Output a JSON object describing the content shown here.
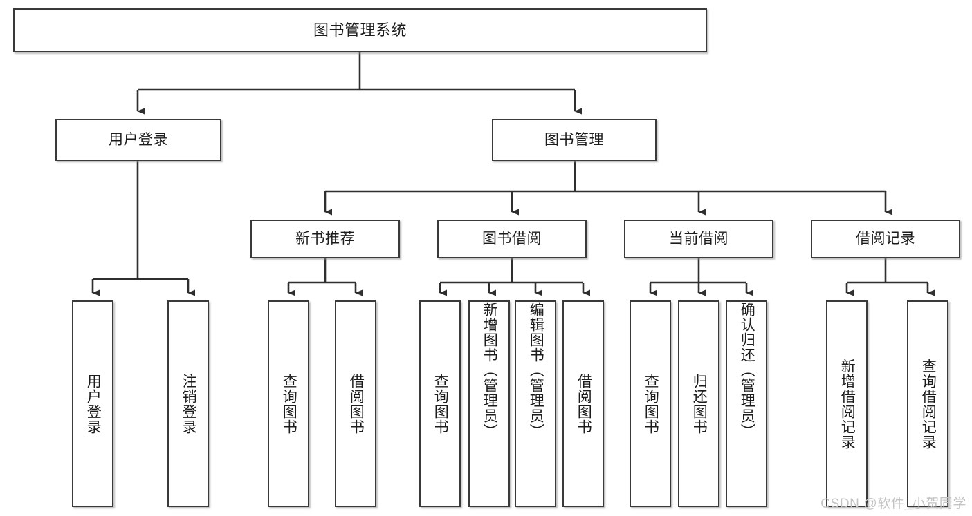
{
  "diagram": {
    "title": "图书管理系统",
    "type": "tree-hierarchy-chart",
    "colors": {
      "box_border": "#3a3a3a",
      "box_fill": "#ffffff",
      "edge": "#2f2f2f",
      "text": "#1c1c1c",
      "watermark": "#c3c3c3"
    },
    "nodes": {
      "root": {
        "label": "图书管理系统"
      },
      "level1": [
        {
          "label": "用户登录"
        },
        {
          "label": "图书管理"
        }
      ],
      "level2": [
        {
          "label": "新书推荐"
        },
        {
          "label": "图书借阅"
        },
        {
          "label": "当前借阅"
        },
        {
          "label": "借阅记录"
        }
      ],
      "leaves": {
        "user_login": [
          {
            "label": "用户登录"
          },
          {
            "label": "注销登录"
          }
        ],
        "new_book_recommend": [
          {
            "label": "查询图书"
          },
          {
            "label": "借阅图书"
          }
        ],
        "book_borrow": [
          {
            "label": "查询图书"
          },
          {
            "label": "新增图书（管理员）"
          },
          {
            "label": "编辑图书（管理员）"
          },
          {
            "label": "借阅图书"
          }
        ],
        "current_borrow": [
          {
            "label": "查询图书"
          },
          {
            "label": "归还图书"
          },
          {
            "label": "确认归还（管理员）"
          }
        ],
        "borrow_record": [
          {
            "label": "新增借阅记录"
          },
          {
            "label": "查询借阅记录"
          }
        ]
      }
    },
    "watermark": "CSDN @软件_小贺同学"
  }
}
